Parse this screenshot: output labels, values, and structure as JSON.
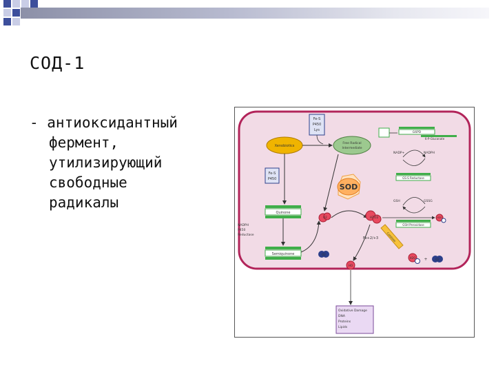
{
  "slide": {
    "title": "СОД-1",
    "bullet_lines": [
      "- антиоксидантный",
      "фермент,",
      "утилизирующий",
      "свободные",
      "радикалы"
    ]
  },
  "diagram": {
    "p450_top": [
      "Fe-S",
      "P450",
      "Lys"
    ],
    "xenobiotics": "Xenobiotics",
    "free_radical": [
      "Free Radical",
      "Intermediate"
    ],
    "p450_left": [
      "Fe-S",
      "P450"
    ],
    "quinone": "Quinone",
    "nadph_reductase": [
      "NADPH",
      "P450",
      "Reductase"
    ],
    "semiquinone": "Semiquinone",
    "sod": "SOD",
    "o2_radical": "O2",
    "o2": "O2",
    "h2o2": "H2O2",
    "fe": "Fe+2/+3",
    "catalase": "Catalase",
    "oh_radical": "HO",
    "g6pd": "G6PD",
    "gpd": "6-P-Gluconate",
    "nadp": "NADP+",
    "nadph": "NADPH",
    "gsh_reductase": "GS-S Reductase",
    "gsh": "GSH",
    "gssg": "GSSG",
    "gsh_peroxidase": "GSH Peroxidase",
    "h2o": "H2O",
    "h2o_right": "H2O",
    "plus": "+",
    "o2_right": "O2",
    "damage": [
      "Oxidative Damage",
      "DNA",
      "Proteins",
      "Lipids"
    ]
  },
  "colors": {
    "accent_dark": "#3d4f9c",
    "accent_light": "#c9cde6",
    "cell_fill": "#f2dbe6",
    "cell_border": "#b2245a",
    "sod_fill": "#ffb060",
    "bar_green": "#3fae49",
    "xeno_fill": "#f0b400"
  }
}
